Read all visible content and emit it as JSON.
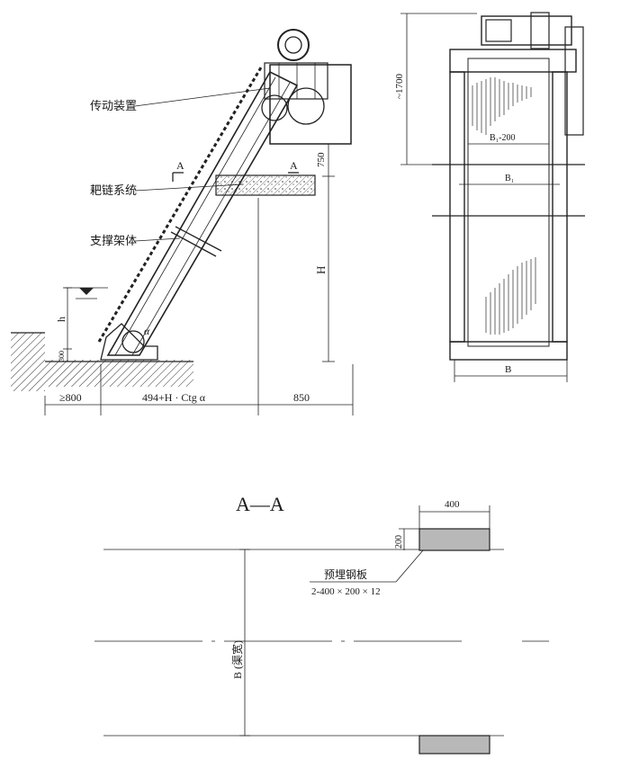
{
  "side_view": {
    "labels": {
      "drive_device": "传动装置",
      "rake_chain_system": "耙链系统",
      "support_frame": "支撑架体"
    },
    "section_mark": "A",
    "angle_symbol": "α",
    "dims": {
      "h": "h",
      "h_base": "300",
      "H": "H",
      "top": "750",
      "left_min": "≥800",
      "middle": "494+H · Ctg α",
      "right": "850"
    }
  },
  "front_view": {
    "dims": {
      "height": "~1700",
      "b1_minus": "B₁-200",
      "b1": "B₁",
      "b": "B"
    }
  },
  "section_view": {
    "title": "A—A",
    "dims": {
      "plate_width": "400",
      "plate_height": "200",
      "channel_width": "B (渠宽)"
    },
    "callout": {
      "name": "预埋钢板",
      "spec": "2-400 × 200 × 12"
    }
  }
}
